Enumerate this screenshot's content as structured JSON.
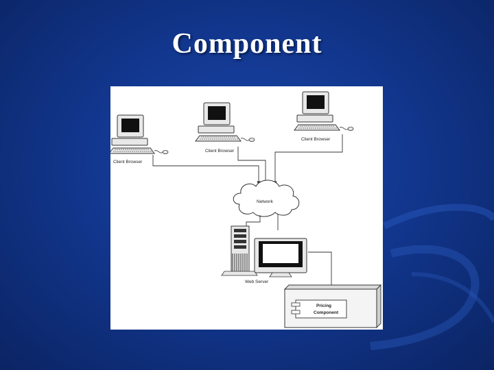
{
  "slide": {
    "title": "Component"
  },
  "diagram": {
    "clients": [
      {
        "label": "Client Browser"
      },
      {
        "label": "Client Browser"
      },
      {
        "label": "Client Browser"
      }
    ],
    "network": {
      "label": "Network"
    },
    "server": {
      "label": "Web Server"
    },
    "component": {
      "label_line1": "Pricing",
      "label_line2": "Component"
    }
  }
}
